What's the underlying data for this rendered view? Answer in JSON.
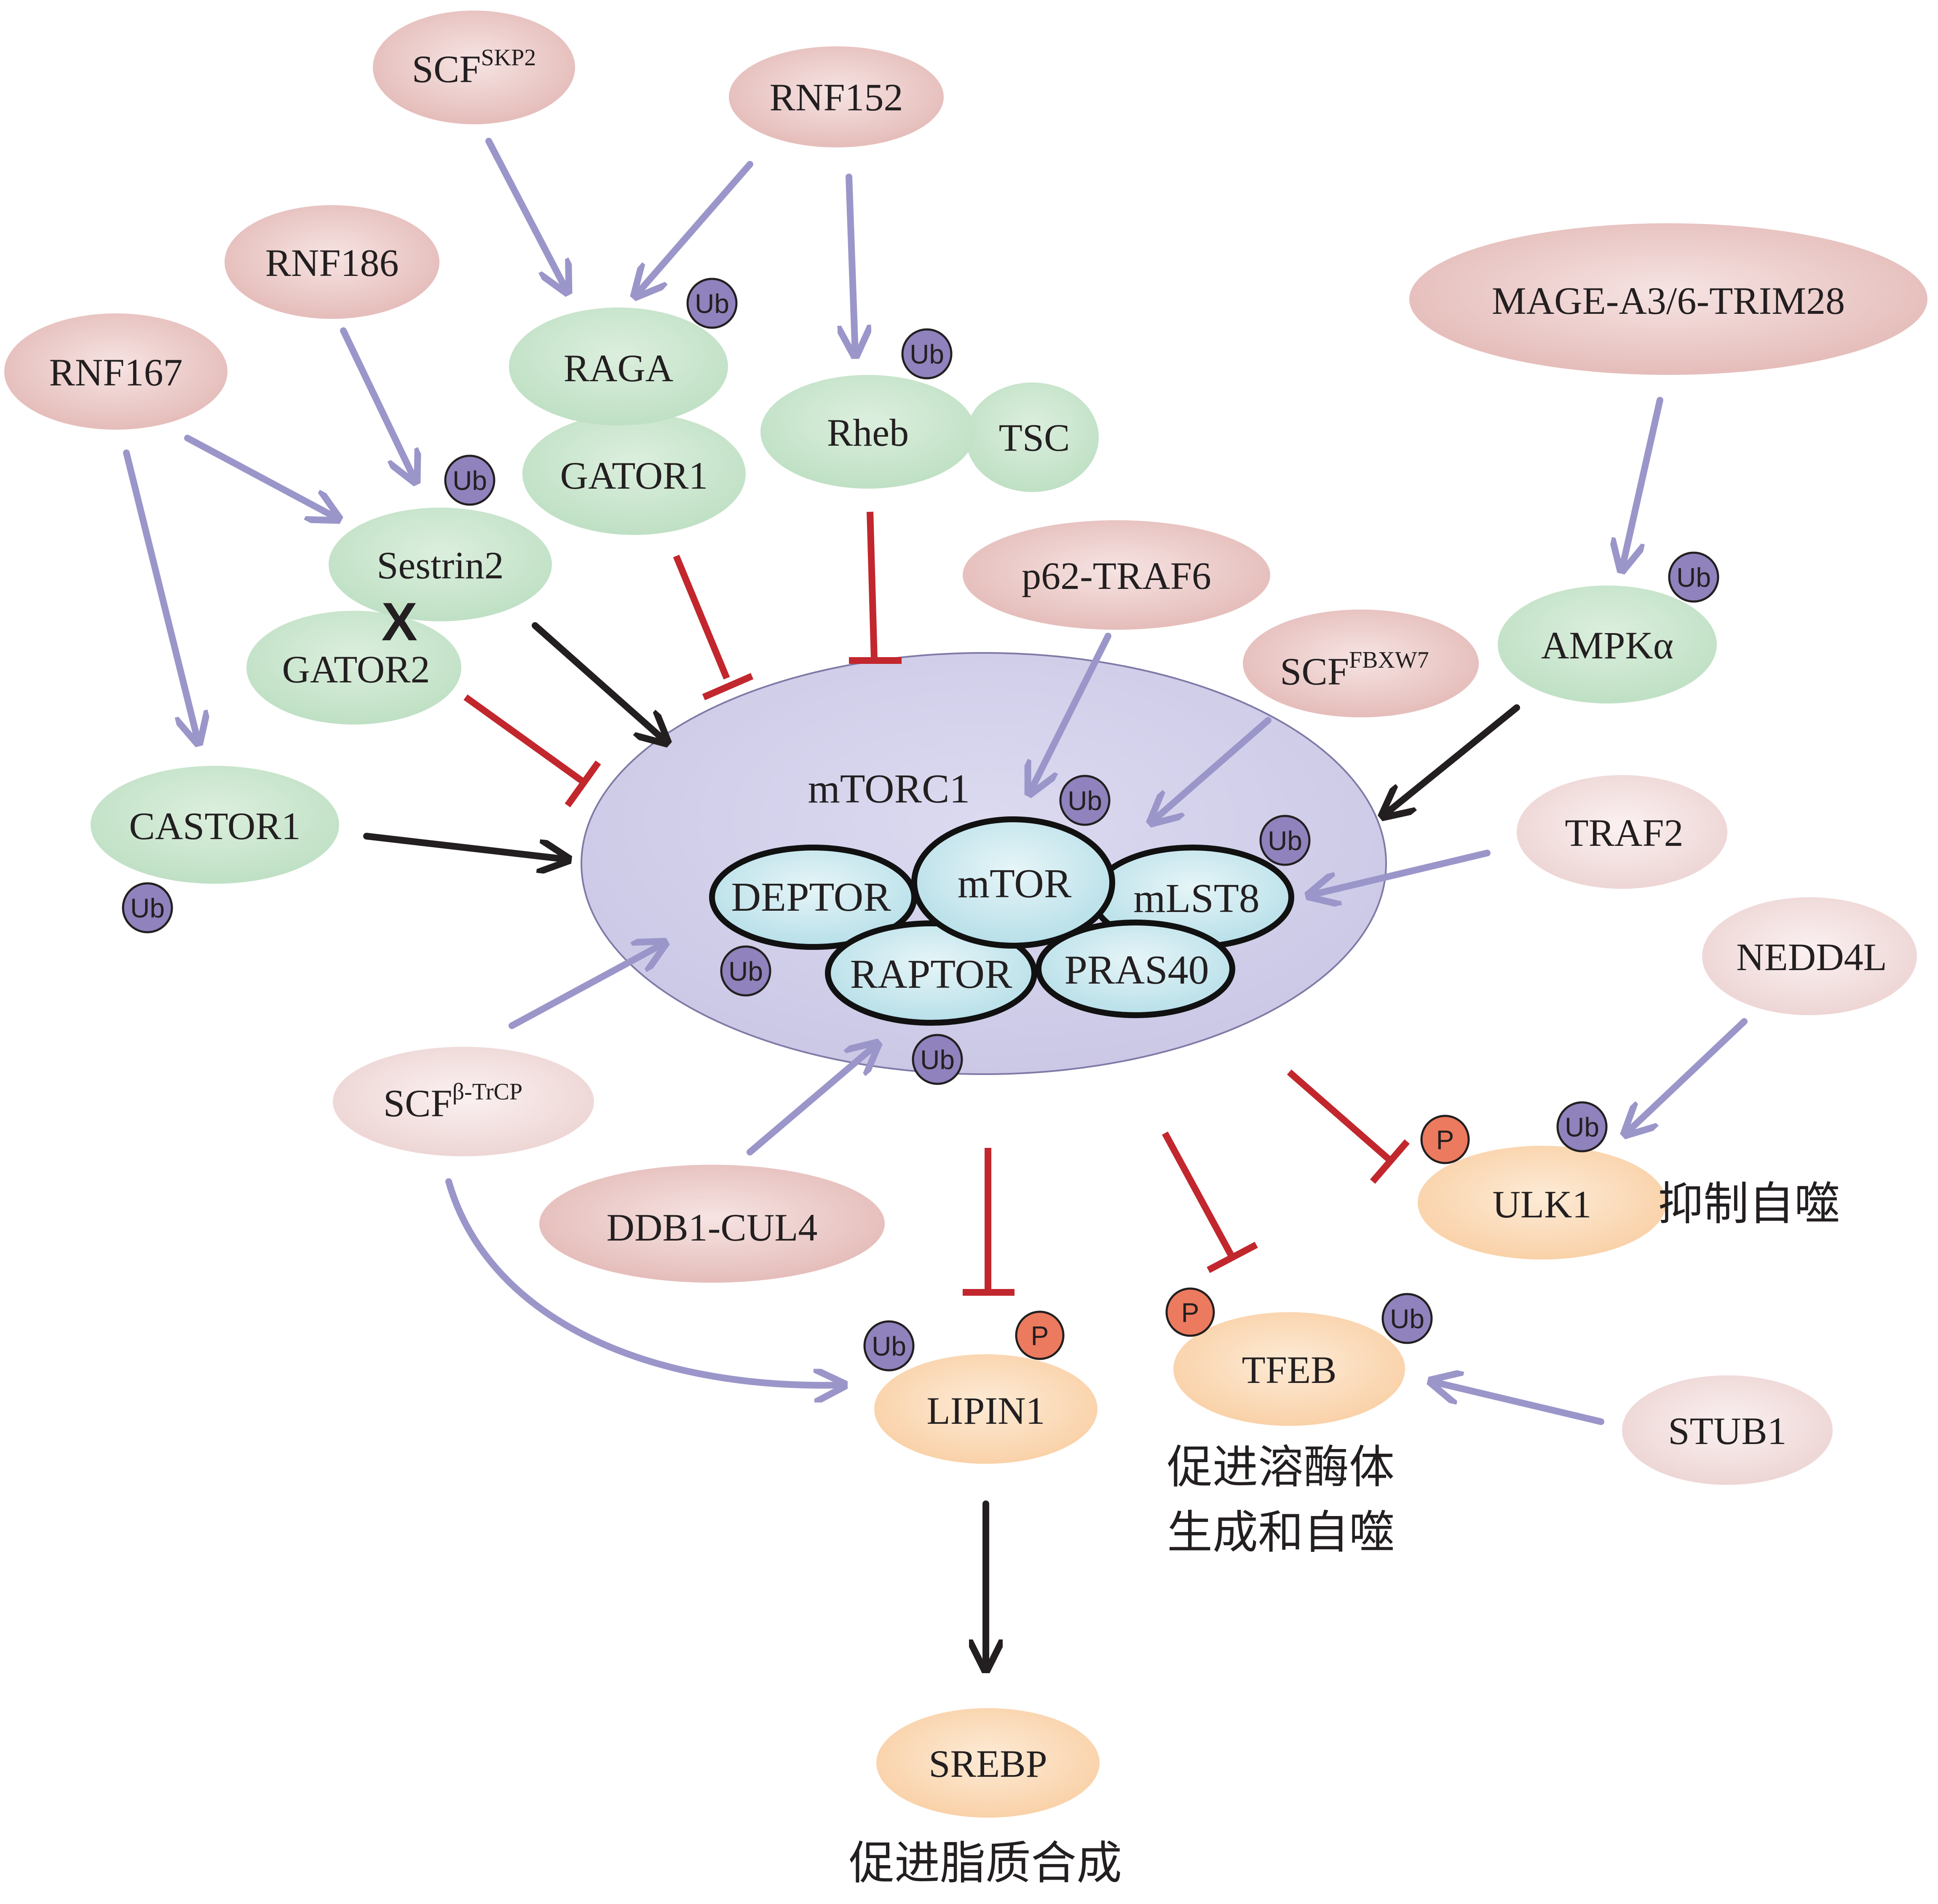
{
  "complex": {
    "name": "mTORC1"
  },
  "components": {
    "deptor": "DEPTOR",
    "mtor": "mTOR",
    "mlst8": "mLST8",
    "raptor": "RAPTOR",
    "pras40": "PRAS40"
  },
  "regulators": {
    "scf_skp2": {
      "base": "SCF",
      "sup": "SKP2"
    },
    "rnf152": "RNF152",
    "rnf186": "RNF186",
    "rnf167": "RNF167",
    "mage": "MAGE-A3/6-TRIM28",
    "p62_traf6": "p62-TRAF6",
    "scf_fbxw7": {
      "base": "SCF",
      "sup": "FBXW7"
    },
    "traf2": "TRAF2",
    "nedd4l": "NEDD4L",
    "scf_btrcp": {
      "base": "SCF",
      "sup": "β-TrCP"
    },
    "ddb1_cul4": "DDB1-CUL4",
    "stub1": "STUB1"
  },
  "upstream": {
    "raga": "RAGA",
    "gator1": "GATOR1",
    "rheb": "Rheb",
    "tsc": "TSC",
    "sestrin2": "Sestrin2",
    "gator2": "GATOR2",
    "castor1": "CASTOR1",
    "ampk": "AMPKα",
    "x_mark": "X"
  },
  "downstream": {
    "ulk1": "ULK1",
    "tfeb": "TFEB",
    "lipin1": "LIPIN1",
    "srebp": "SREBP"
  },
  "badges": {
    "ub": "Ub",
    "p": "P"
  },
  "notes": {
    "autophagy_inhibit": "抑制自噬",
    "lysosome_line1": "促进溶酶体",
    "lysosome_line2": "生成和自噬",
    "lipid": "促进脂质合成"
  },
  "colors": {
    "red_node": "#e8c4c2",
    "green_node": "#c5e3c9",
    "orange_node": "#fbd7b0",
    "complex_bg": "#d4d2ea",
    "component_fill": "#cfeaf0",
    "ub_badge": "#8f82bd",
    "p_badge": "#ec7a5e",
    "purple_arrow": "#9b96c9",
    "red_inhibit": "#c1272d",
    "black_arrow": "#231f20"
  }
}
